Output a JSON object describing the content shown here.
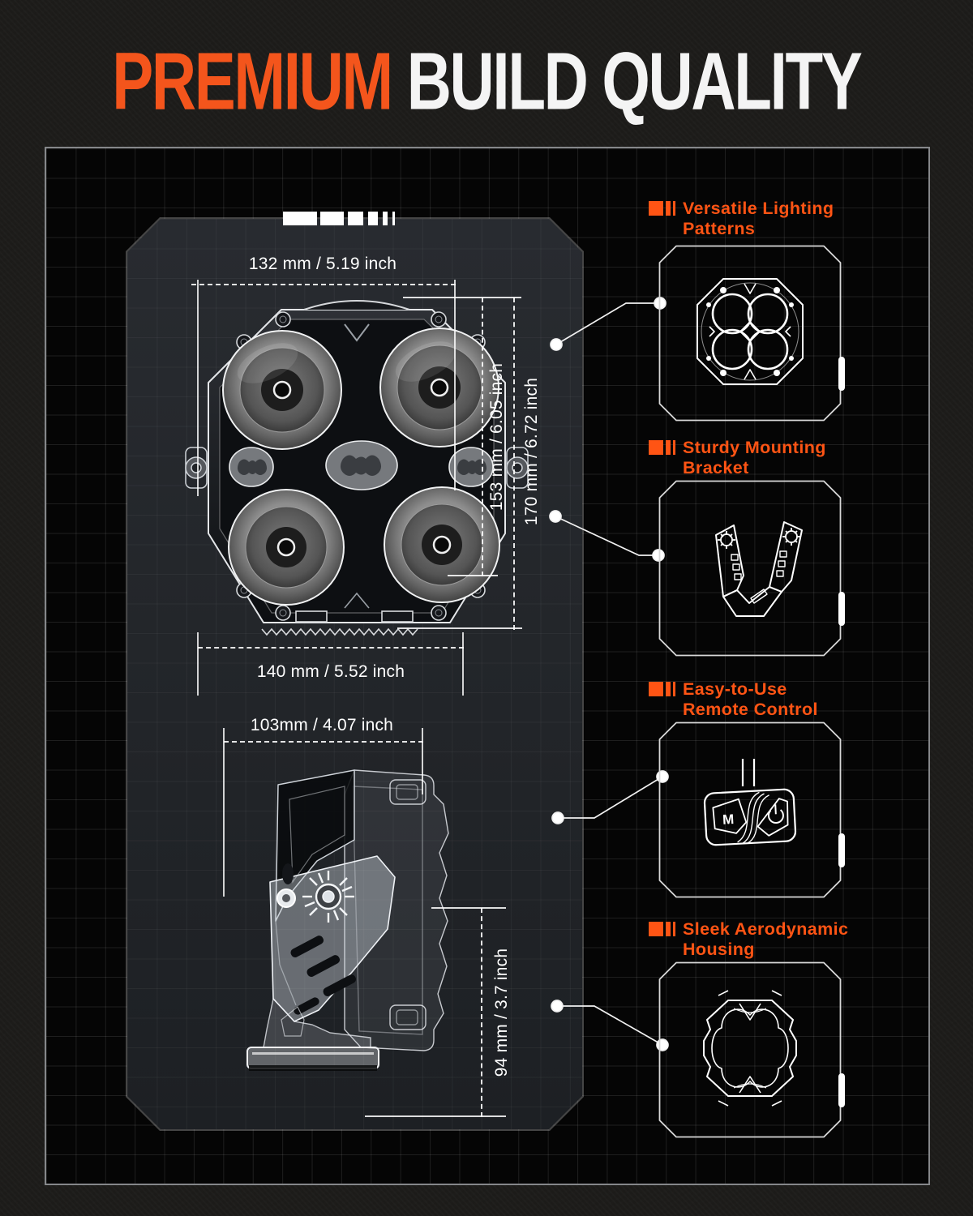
{
  "title": {
    "highlight": "PREMIUM",
    "rest": " BUILD QUALITY"
  },
  "colors": {
    "accent_orange": "#f4551c",
    "feature_orange": "#ff5414",
    "dimension_white": "#ffffff",
    "panel_fill": "#24272c",
    "grid_background": "#050505",
    "page_background": "#1d1c1a"
  },
  "front_view": {
    "dim_width_top": "132 mm / 5.19 inch",
    "dim_height_inner": "153 mm / 6.05 inch",
    "dim_height_outer": "170 mm / 6.72 inch",
    "dim_width_bottom": "140 mm / 5.52 inch"
  },
  "side_view": {
    "dim_width_top": "103mm / 4.07 inch",
    "dim_height": "94 mm / 3.7 inch"
  },
  "features": [
    {
      "line1": "Versatile Lighting",
      "line2": "Patterns",
      "icon": "lighting-pattern-icon"
    },
    {
      "line1": "Sturdy Mounting",
      "line2": "Bracket",
      "icon": "mounting-bracket-icon"
    },
    {
      "line1": "Easy-to-Use",
      "line2": "Remote Control",
      "icon": "remote-control-icon"
    },
    {
      "line1": "Sleek Aerodynamic",
      "line2": "Housing",
      "icon": "aero-housing-icon"
    }
  ],
  "remote": {
    "mode_button_label": "M"
  }
}
